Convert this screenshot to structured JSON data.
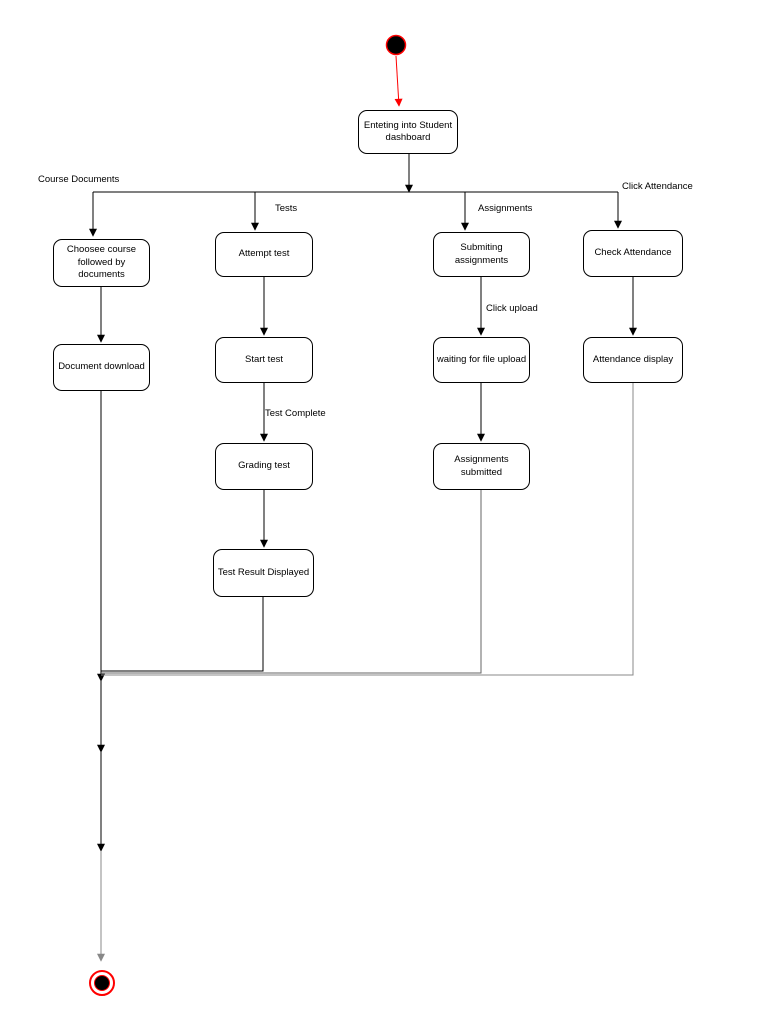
{
  "diagram": {
    "nodes": {
      "enter_dashboard": {
        "label": [
          "Enteting into Student",
          "dashboard"
        ]
      },
      "choose_course": {
        "label": [
          "Choosee course",
          "followed by",
          "documents"
        ]
      },
      "attempt_test": {
        "label": [
          "Attempt test"
        ]
      },
      "submitting_assignments": {
        "label": [
          "Submiting",
          "assignments"
        ]
      },
      "check_attendance": {
        "label": [
          "Check Attendance"
        ]
      },
      "document_download": {
        "label": [
          "Document download"
        ]
      },
      "start_test": {
        "label": [
          "Start test"
        ]
      },
      "waiting_file_upload": {
        "label": [
          "waiting for file upload"
        ]
      },
      "attendance_display": {
        "label": [
          "Attendance display"
        ]
      },
      "grading_test": {
        "label": [
          "Grading test"
        ]
      },
      "assignments_submitted": {
        "label": [
          "Assignments",
          "submitted"
        ]
      },
      "test_result_displayed": {
        "label": [
          "Test Result Displayed"
        ]
      }
    },
    "edge_labels": {
      "course_documents": "Course Documents",
      "tests": "Tests",
      "assignments": "Assignments",
      "click_attendance": "Click Attendance",
      "click_upload": "Click upload",
      "test_complete": "Test Complete"
    },
    "colors": {
      "terminal_red": "#ff0000",
      "edge_black": "#000000",
      "edge_gray": "#888888"
    }
  }
}
